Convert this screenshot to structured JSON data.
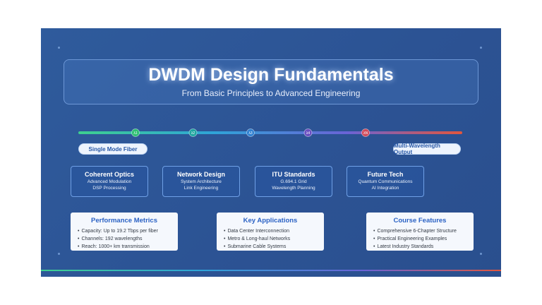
{
  "header": {
    "title": "DWDM Design Fundamentals",
    "subtitle": "From Basic Principles to Advanced Engineering"
  },
  "fiber": {
    "nodes": [
      "λ1",
      "λ2",
      "λ3",
      "λ4",
      "λN"
    ],
    "input_label": "Single Mode Fiber",
    "output_label": "Multi-Wavelength Output",
    "node_colors": [
      "#2fbf73",
      "#1fa6a0",
      "#2f7fd0",
      "#6a4fc0",
      "#d04a5a"
    ]
  },
  "modules": [
    {
      "title": "Coherent Optics",
      "lines": [
        "Advanced Modulation",
        "DSP Processing"
      ]
    },
    {
      "title": "Network Design",
      "lines": [
        "System Architecture",
        "Link Engineering"
      ]
    },
    {
      "title": "ITU Standards",
      "lines": [
        "G.694.1 Grid",
        "Wavelength Planning"
      ]
    },
    {
      "title": "Future Tech",
      "lines": [
        "Quantum Communications",
        "AI Integration"
      ]
    }
  ],
  "cards": [
    {
      "title": "Performance Metrics",
      "items": [
        "Capacity: Up to 19.2 Tbps per fiber",
        "Channels: 192 wavelengths",
        "Reach: 1000+ km transmission"
      ]
    },
    {
      "title": "Key Applications",
      "items": [
        "Data Center Interconnection",
        "Metro & Long-haul Networks",
        "Submarine Cable Systems"
      ]
    },
    {
      "title": "Course Features",
      "items": [
        "Comprehensive 6-Chapter Structure",
        "Practical Engineering Examples",
        "Latest Industry Standards"
      ]
    }
  ],
  "colors": {
    "accent": "#2b62c4",
    "fiber_gradient": [
      "#3ed08f",
      "#2fa4d8",
      "#6a63d6",
      "#e2563d"
    ]
  }
}
